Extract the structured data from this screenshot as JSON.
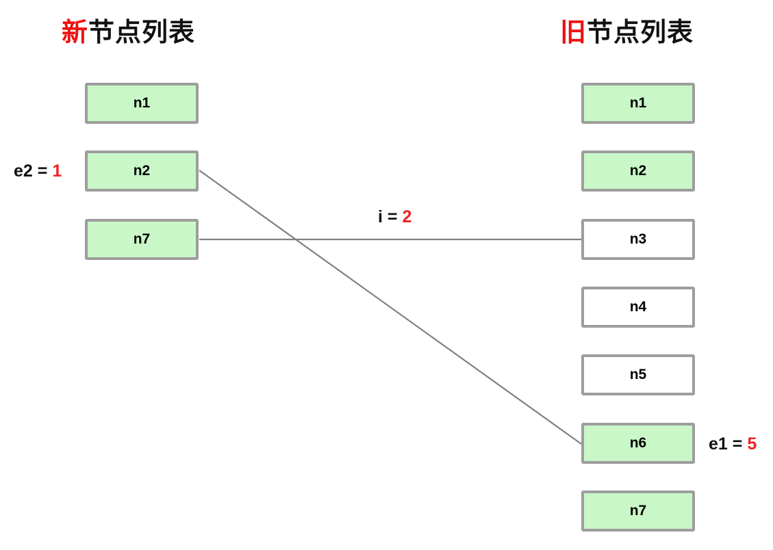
{
  "diagram": {
    "columns": {
      "new_list": {
        "title_accent": "新",
        "title_rest": "节点列表",
        "nodes": [
          {
            "label": "n1",
            "highlighted": true
          },
          {
            "label": "n2",
            "highlighted": true
          },
          {
            "label": "n7",
            "highlighted": true
          }
        ]
      },
      "old_list": {
        "title_accent": "旧",
        "title_rest": "节点列表",
        "nodes": [
          {
            "label": "n1",
            "highlighted": true
          },
          {
            "label": "n2",
            "highlighted": true
          },
          {
            "label": "n3",
            "highlighted": false
          },
          {
            "label": "n4",
            "highlighted": false
          },
          {
            "label": "n5",
            "highlighted": false
          },
          {
            "label": "n6",
            "highlighted": true
          },
          {
            "label": "n7",
            "highlighted": true
          }
        ]
      }
    },
    "annotations": {
      "e2": {
        "name": "e2",
        "equals": "=",
        "value": "1"
      },
      "e1": {
        "name": "e1",
        "equals": "=",
        "value": "5"
      },
      "i": {
        "name": "i",
        "equals": "=",
        "value": "2"
      }
    },
    "connectors": [
      {
        "from": "new-n2",
        "to": "old-n6",
        "kind": "diagonal"
      },
      {
        "from": "new-n7",
        "to": "old-n3",
        "kind": "horizontal"
      }
    ],
    "colors": {
      "highlight_fill": "#c9f7c7",
      "box_border": "#9d9d9d",
      "accent_red": "#ee1111",
      "connector": "#808080",
      "text": "#000000",
      "background": "#ffffff"
    }
  }
}
